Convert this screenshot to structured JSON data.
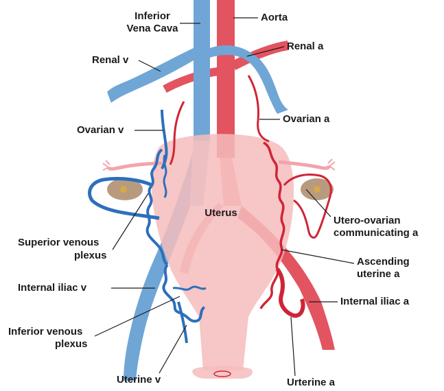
{
  "colors": {
    "artery": "#e2545f",
    "artery_light": "#f2a4aa",
    "artery_dark": "#cf2436",
    "vein": "#6fa6d6",
    "vein_dark": "#2d6fbd",
    "uterus_fill": "#f6bcbc",
    "ovary_fill": "#b89b7f",
    "label_line": "#1a1a1a"
  },
  "labels": {
    "ivc_line1": "Inferior",
    "ivc_line2": "Vena Cava",
    "aorta": "Aorta",
    "renal_v": "Renal v",
    "renal_a": "Renal a",
    "ovarian_v": "Ovarian v",
    "ovarian_a": "Ovarian a",
    "uterus": "Uterus",
    "utero_ovarian_line1": "Utero-ovarian",
    "utero_ovarian_line2": "communicating a",
    "superior_plexus_line1": "Superior venous",
    "superior_plexus_line2": "plexus",
    "ascending_line1": "Ascending",
    "ascending_line2": "uterine a",
    "internal_iliac_v": "Internal iliac v",
    "internal_iliac_a": "Internal iliac a",
    "inferior_plexus_line1": "Inferior venous",
    "inferior_plexus_line2": "plexus",
    "uterine_v": "Uterine v",
    "uterine_a": "Urterine a"
  }
}
